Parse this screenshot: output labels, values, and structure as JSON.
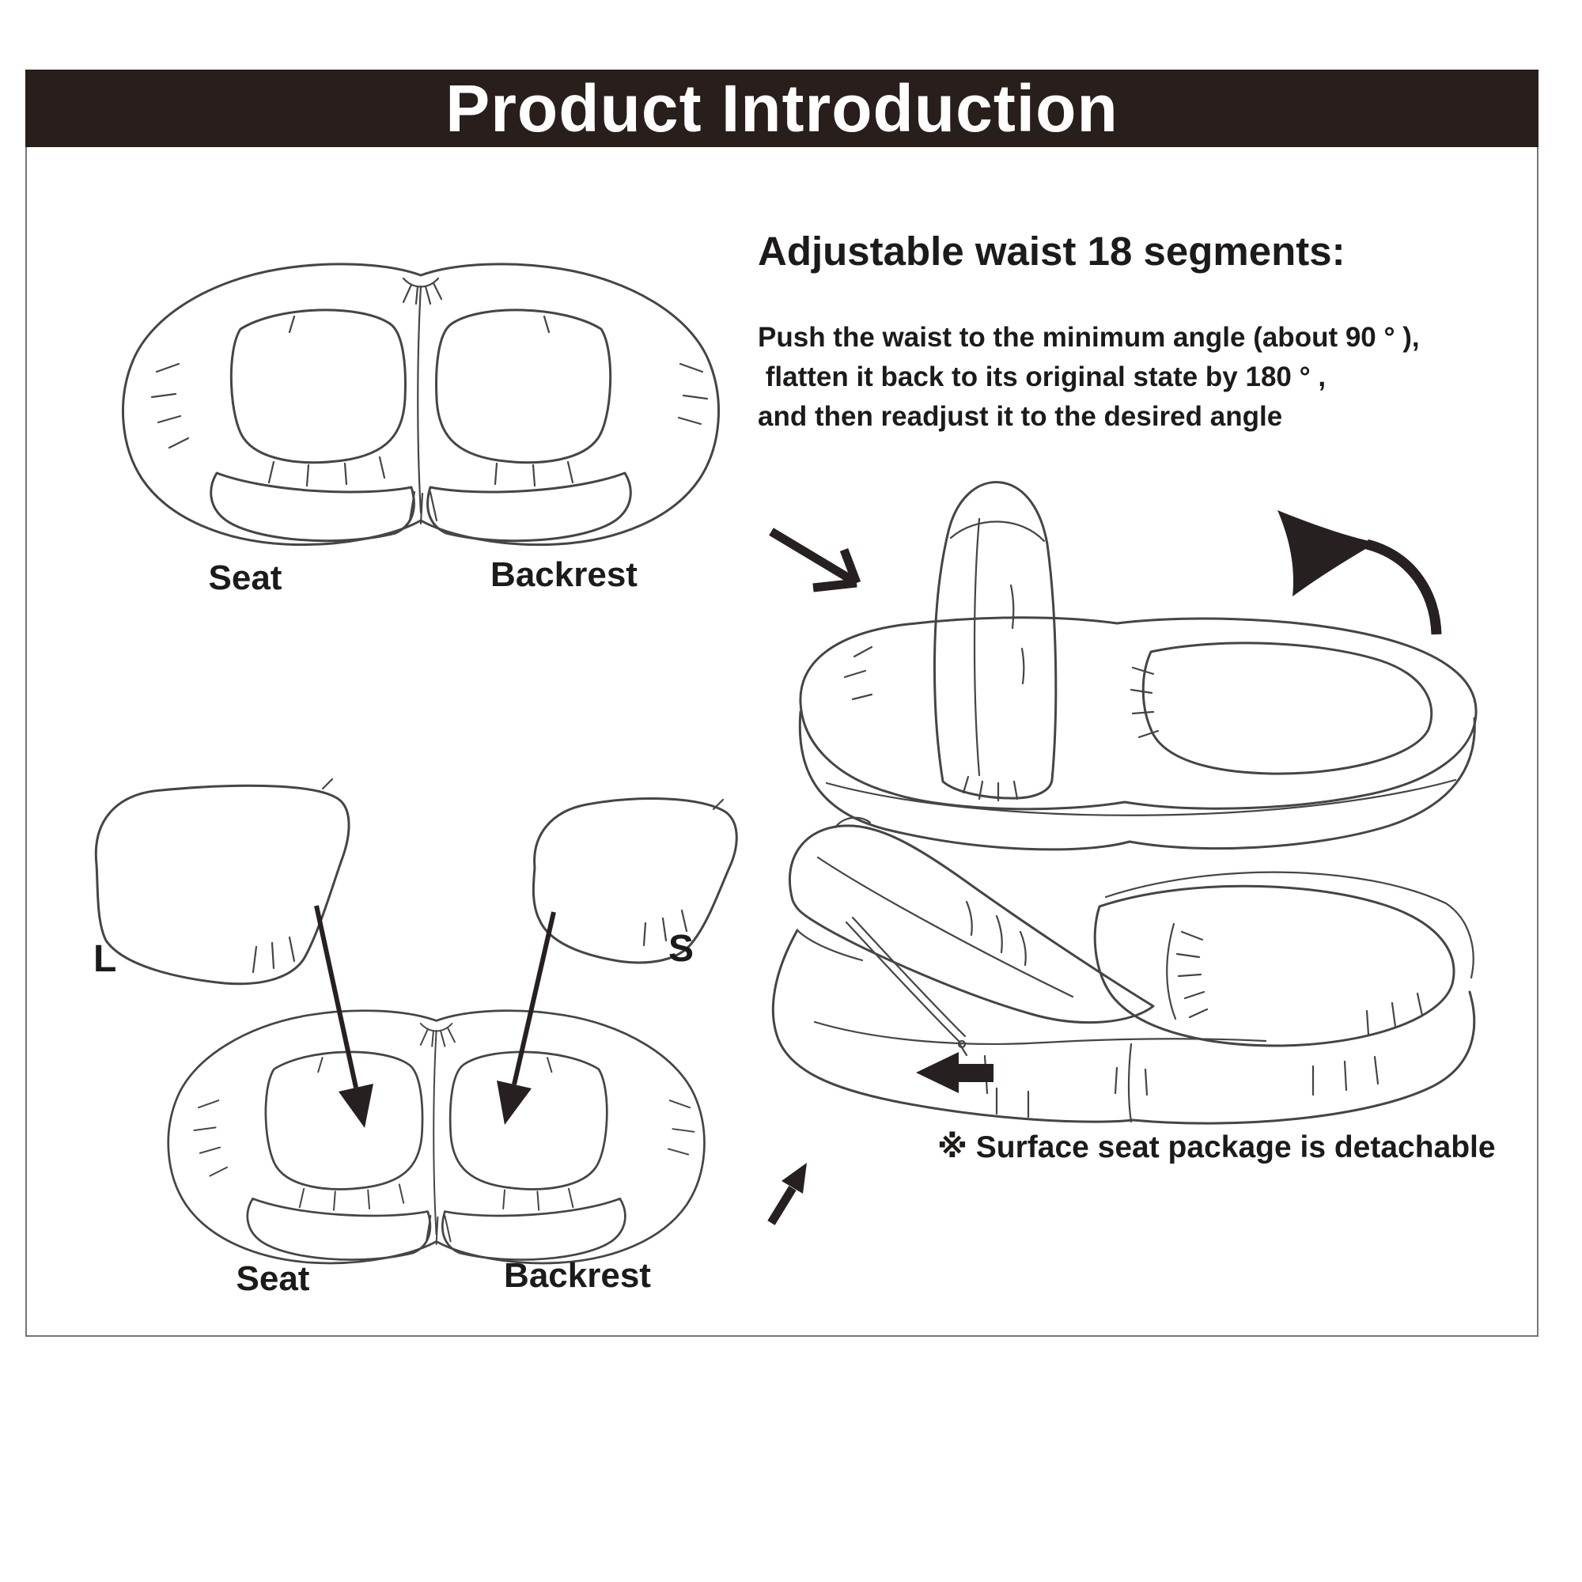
{
  "header": {
    "title": "Product Introduction"
  },
  "right_column": {
    "heading": "Adjustable waist 18 segments:",
    "body_lines": [
      "Push the waist to the minimum angle (about 90 ° ),",
      " flatten it back to its original state by 180 ° ,",
      "and then readjust it to the desired angle"
    ]
  },
  "top_left_diagram": {
    "seat_label": "Seat",
    "backrest_label": "Backrest"
  },
  "bottom_left_diagram": {
    "large_pillow_label": "L",
    "small_pillow_label": "S",
    "seat_label": "Seat",
    "backrest_label": "Backrest"
  },
  "bottom_right_diagram": {
    "note": "※ Surface seat package is detachable"
  },
  "icons": {
    "push_direction": "arrow-down-right-icon",
    "rotate_up": "curved-rotation-arrow-icon",
    "insert_seat": "arrow-into-seat-icon",
    "insert_backrest": "arrow-into-backrest-icon",
    "unzip": "arrow-left-solid-icon",
    "detach": "arrow-up-right-icon"
  },
  "colors": {
    "header_bar": "#281e1b",
    "header_text": "#ffffff",
    "body_text": "#1d1b1a",
    "line_art": "#454545",
    "arrow_fill": "#262120",
    "frame_border": "#777777",
    "page_bg": "#ffffff"
  }
}
